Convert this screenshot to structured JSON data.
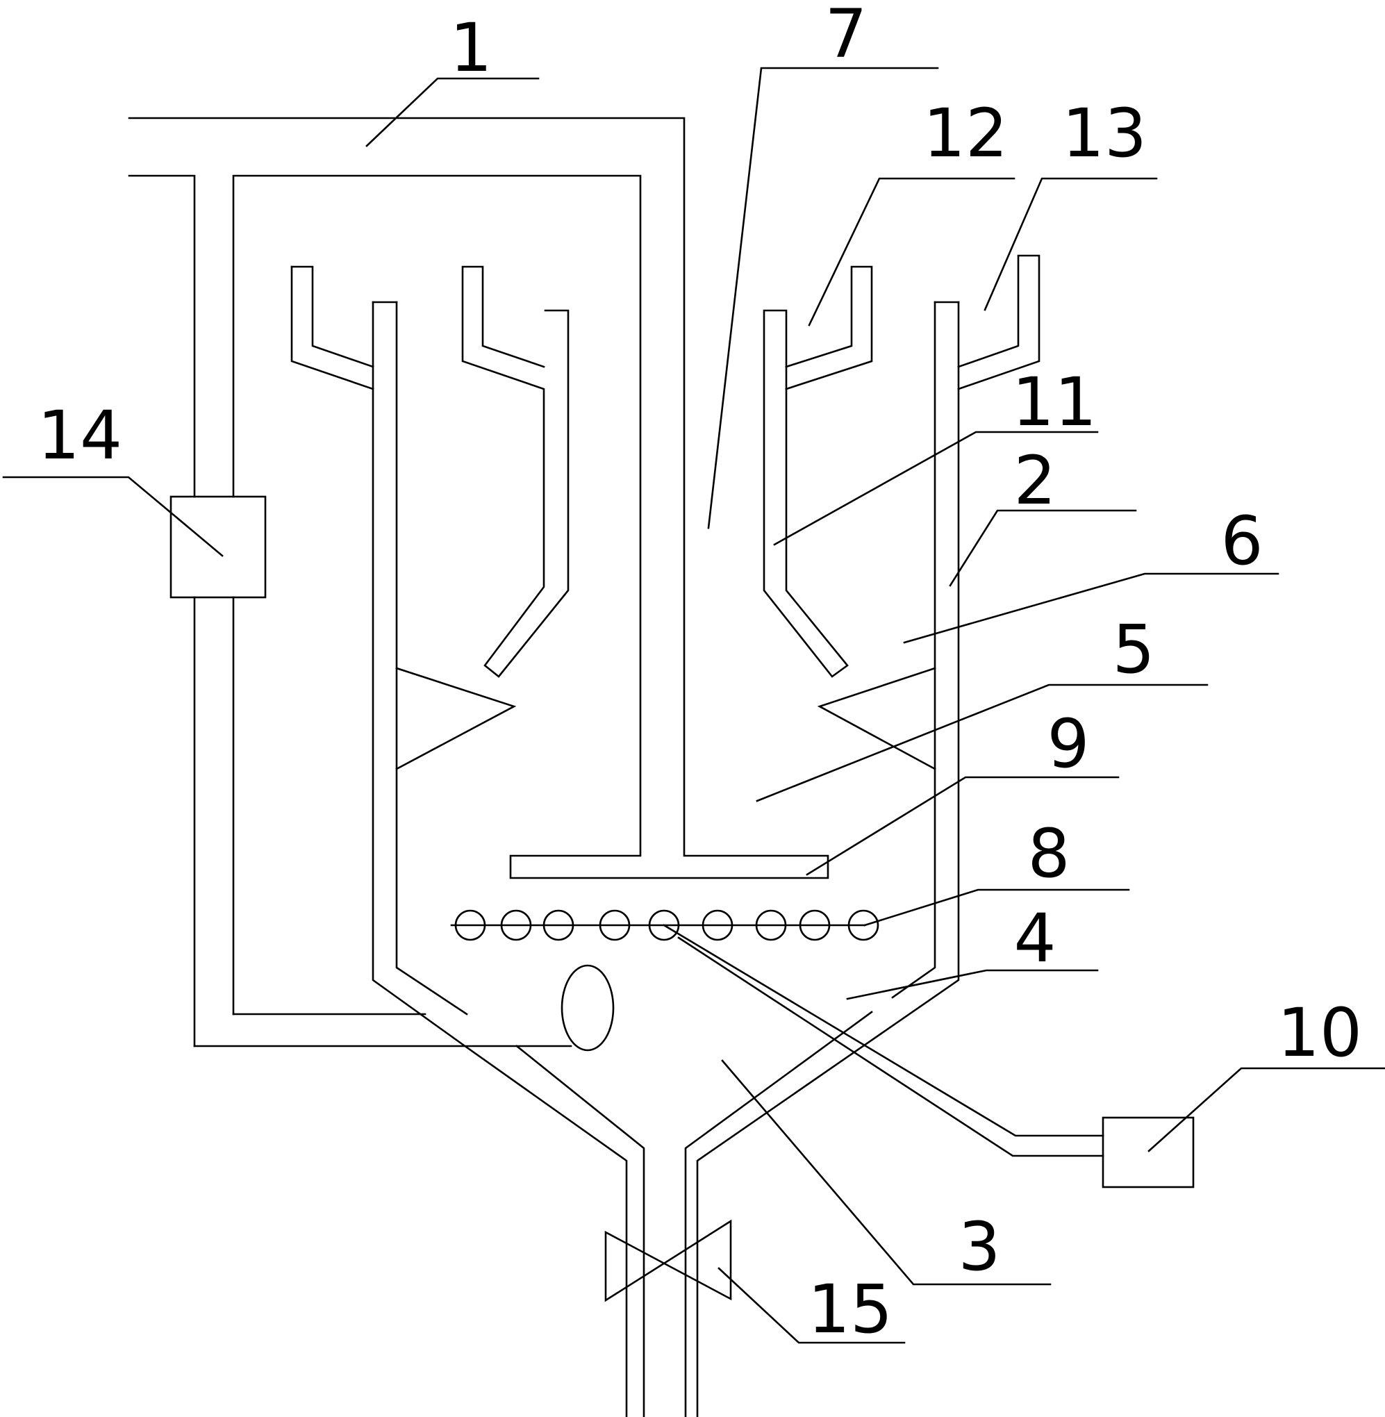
{
  "colors": {
    "line": "#000000",
    "background": "#ffffff"
  },
  "labels": {
    "n1": "1",
    "n2": "2",
    "n3": "3",
    "n4": "4",
    "n5": "5",
    "n6": "6",
    "n7": "7",
    "n8": "8",
    "n9": "9",
    "n10": "10",
    "n11": "11",
    "n12": "12",
    "n13": "13",
    "n14": "14",
    "n15": "15"
  }
}
